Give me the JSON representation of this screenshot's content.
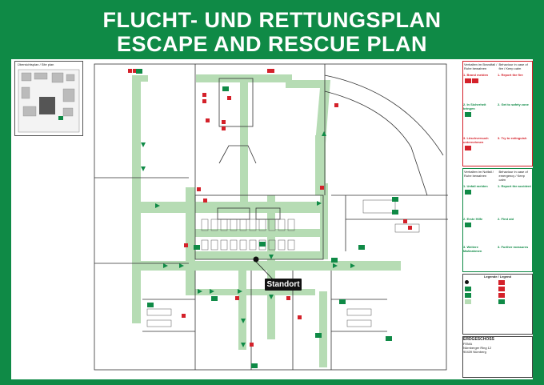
{
  "title": {
    "line1": "FLUCHT- UND RETTUNGSPLAN",
    "line2": "ESCAPE AND RESCUE PLAN"
  },
  "sitemap": {
    "label": "Übersichtsplan / Site plan"
  },
  "fire_panel": {
    "header_de": "Verhalten im Brandfall / Ruhe bewahren",
    "header_en": "Behaviour in case of fire / Keep calm",
    "steps": [
      {
        "de": "1. Brand melden",
        "en": "1. Report the fire"
      },
      {
        "de": "2. In Sicherheit bringen",
        "en": "2. Get to safety zone"
      },
      {
        "de": "3. Löschversuch unternehmen",
        "en": "3. Try to extinguish"
      }
    ]
  },
  "accident_panel": {
    "header_de": "Verhalten im Notfall / Ruhe bewahren",
    "header_en": "Behaviour in case of emergency / Keep calm",
    "steps": [
      {
        "de": "1. Unfall melden",
        "en": "1. Report the accident"
      },
      {
        "de": "2. Erste Hilfe",
        "en": "2. First aid"
      },
      {
        "de": "3. Weitere Maßnahmen",
        "en": "3. Further measures"
      }
    ]
  },
  "legend": {
    "title": "Legende / Legend"
  },
  "titleblock": {
    "floor": "ERDGESCHOSS",
    "company": "FEMA",
    "address": "Nürnberger Ring 12",
    "city": "90439 Nürnberg"
  },
  "map": {
    "standort": "Standort"
  },
  "colors": {
    "green": "#0f8a46",
    "path": "#b6dcb4",
    "red": "#d4212a",
    "wall": "#333333"
  }
}
